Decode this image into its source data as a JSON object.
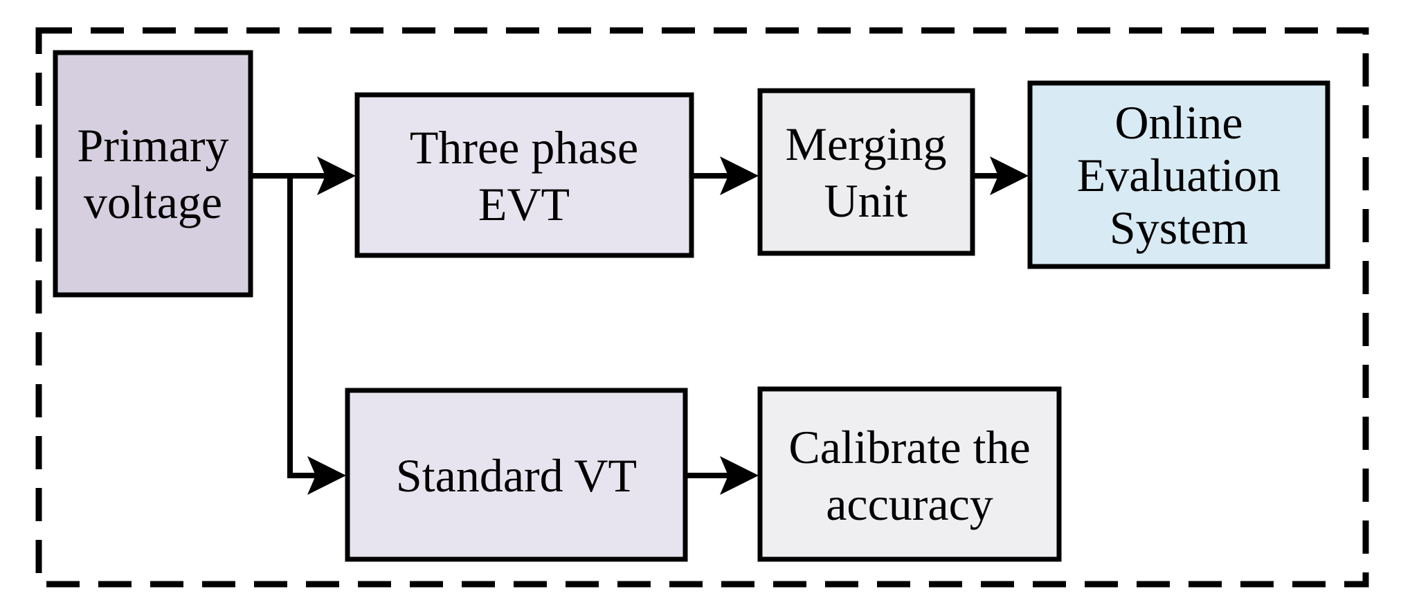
{
  "diagram": {
    "description": "Flow diagram of an online evaluation scheme for a three phase EVT with standard VT calibration branch",
    "background_color": "#ffffff",
    "line_color": "#000000",
    "frame": {
      "style": "dashed",
      "color": "#000000"
    },
    "nodes": [
      {
        "id": "primary-voltage",
        "label": "Primary voltage",
        "lines": [
          "Primary",
          "voltage"
        ],
        "fill": "#d6cfdf"
      },
      {
        "id": "three-phase-evt",
        "label": "Three phase EVT",
        "lines": [
          "Three phase",
          "EVT"
        ],
        "fill": "#e8e4ef"
      },
      {
        "id": "merging-unit",
        "label": "Merging Unit",
        "lines": [
          "Merging",
          "Unit"
        ],
        "fill": "#ededef"
      },
      {
        "id": "online-evaluation-system",
        "label": "Online Evaluation System",
        "lines": [
          "Online",
          "Evaluation",
          "System"
        ],
        "fill": "#d8eaf3"
      },
      {
        "id": "standard-vt",
        "label": "Standard VT",
        "lines": [
          "Standard VT"
        ],
        "fill": "#e8e4ef"
      },
      {
        "id": "calibrate-accuracy",
        "label": "Calibrate the accuracy",
        "lines": [
          "Calibrate the",
          "accuracy"
        ],
        "fill": "#efeff1"
      }
    ],
    "edges": [
      {
        "from": "primary-voltage",
        "to": "three-phase-evt"
      },
      {
        "from": "primary-voltage",
        "to": "standard-vt"
      },
      {
        "from": "three-phase-evt",
        "to": "merging-unit"
      },
      {
        "from": "merging-unit",
        "to": "online-evaluation-system"
      },
      {
        "from": "standard-vt",
        "to": "calibrate-accuracy"
      }
    ]
  }
}
